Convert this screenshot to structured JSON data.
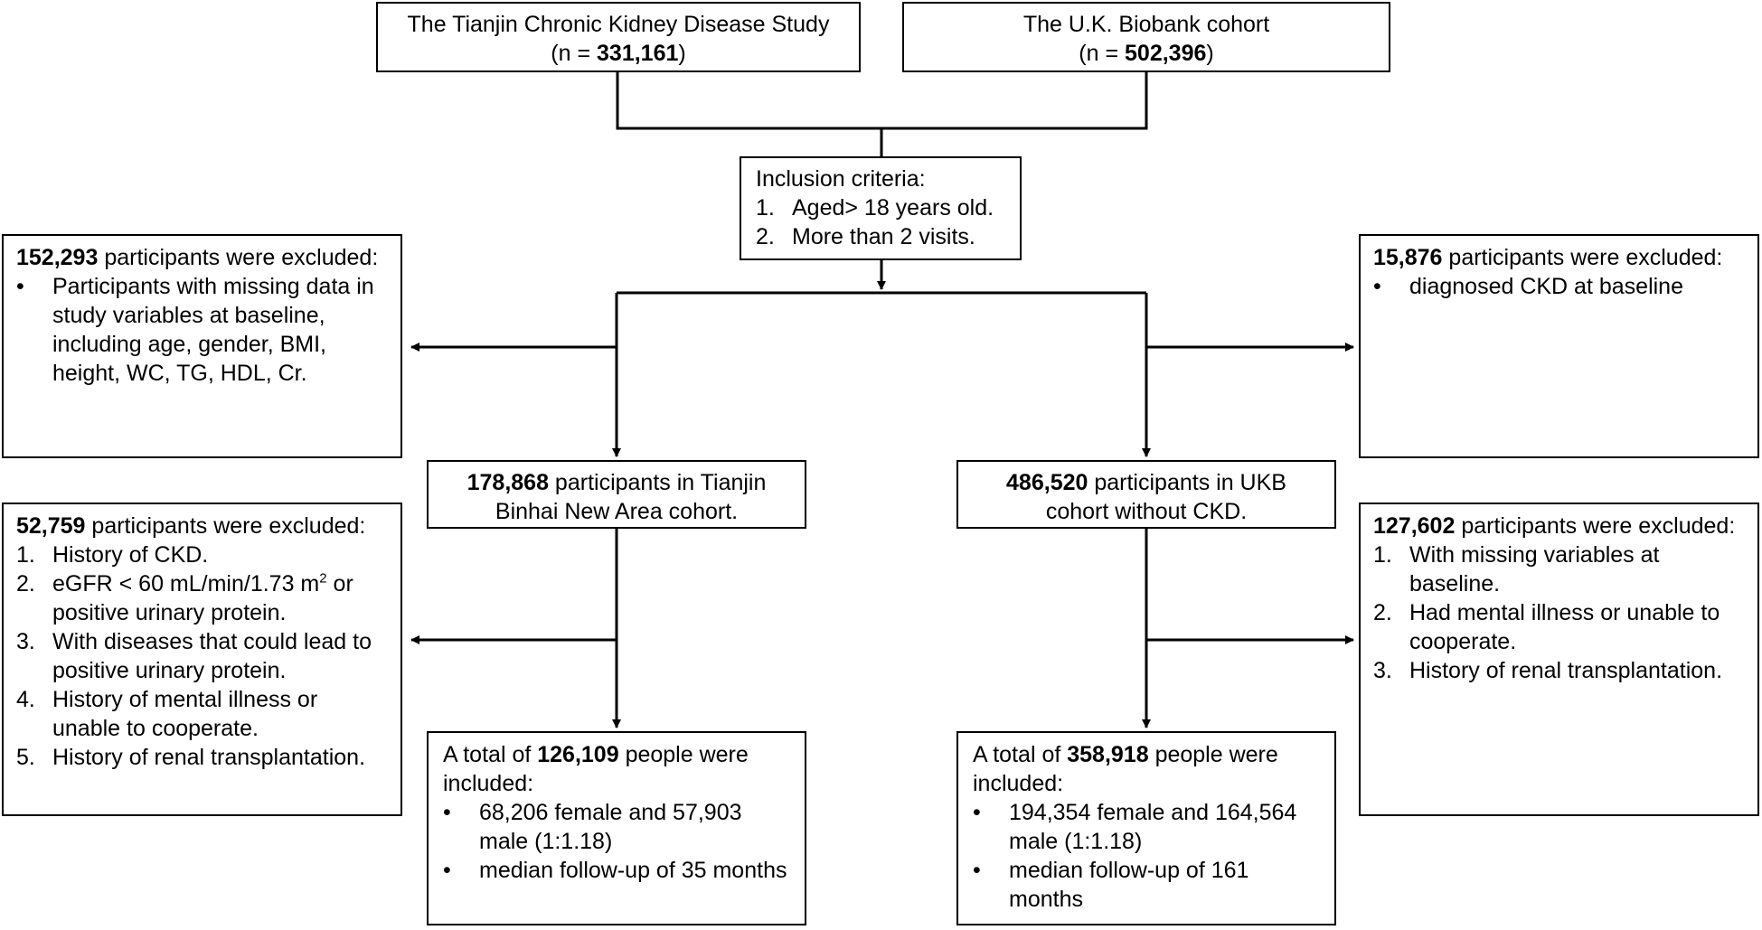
{
  "sources": {
    "tianjin": {
      "title": "The Tianjin Chronic Kidney Disease Study",
      "n_prefix": "(n = ",
      "n_value": "331,161",
      "n_suffix": ")"
    },
    "ukb": {
      "title": "The U.K. Biobank cohort",
      "n_prefix": "(n = ",
      "n_value": "502,396",
      "n_suffix": ")"
    }
  },
  "inclusion": {
    "title": "Inclusion criteria:",
    "items": [
      {
        "marker": "1.",
        "text": "Aged> 18 years old."
      },
      {
        "marker": "2.",
        "text": "More than 2 visits."
      }
    ]
  },
  "excl_tianjin_1": {
    "count": "152,293",
    "head_text": " participants were excluded:",
    "items": [
      {
        "marker": "•",
        "text": "Participants with missing data in study variables at baseline, including age, gender, BMI, height, WC, TG, HDL, Cr."
      }
    ]
  },
  "excl_ukb_1": {
    "count": "15,876",
    "head_text": " participants were excluded:",
    "items": [
      {
        "marker": "•",
        "text": "diagnosed CKD at baseline"
      }
    ]
  },
  "cohort_tianjin": {
    "count": "178,868",
    "text": " participants in Tianjin Binhai New Area cohort."
  },
  "cohort_ukb": {
    "count": "486,520",
    "text": " participants in UKB cohort without CKD."
  },
  "excl_tianjin_2": {
    "count": "52,759",
    "head_text": " participants were excluded:",
    "item1": {
      "marker": "1.",
      "text": "History of CKD."
    },
    "item2": {
      "marker": "2.",
      "text_a": "eGFR < 60 mL/min/1.73 m",
      "sup": "2",
      "text_b": " or positive urinary protein."
    },
    "rest": [
      {
        "marker": "3.",
        "text": "With diseases that could lead to positive urinary protein."
      },
      {
        "marker": "4.",
        "text": "History of mental illness or unable to cooperate."
      },
      {
        "marker": "5.",
        "text": "History of renal transplantation."
      }
    ]
  },
  "excl_ukb_2": {
    "count": "127,602",
    "head_text": " participants were excluded:",
    "items": [
      {
        "marker": "1.",
        "text": "With missing variables at baseline."
      },
      {
        "marker": "2.",
        "text": "Had mental illness or unable to cooperate."
      },
      {
        "marker": "3.",
        "text": "History of renal transplantation."
      }
    ]
  },
  "final_tianjin": {
    "prefix": "A total of ",
    "count": "126,109",
    "suffix": " people were included:",
    "items": [
      {
        "marker": "•",
        "text": "68,206 female and 57,903 male (1:1.18)"
      },
      {
        "marker": "•",
        "text": "median follow-up of 35 months"
      }
    ]
  },
  "final_ukb": {
    "prefix": "A total of ",
    "count": "358,918",
    "suffix": " people were included:",
    "items": [
      {
        "marker": "•",
        "text": "194,354 female and 164,564 male (1:1.18)"
      },
      {
        "marker": "•",
        "text": "median follow-up of 161 months"
      }
    ]
  },
  "style": {
    "line_color": "#000000",
    "box_border": "#000000",
    "background": "#ffffff"
  }
}
